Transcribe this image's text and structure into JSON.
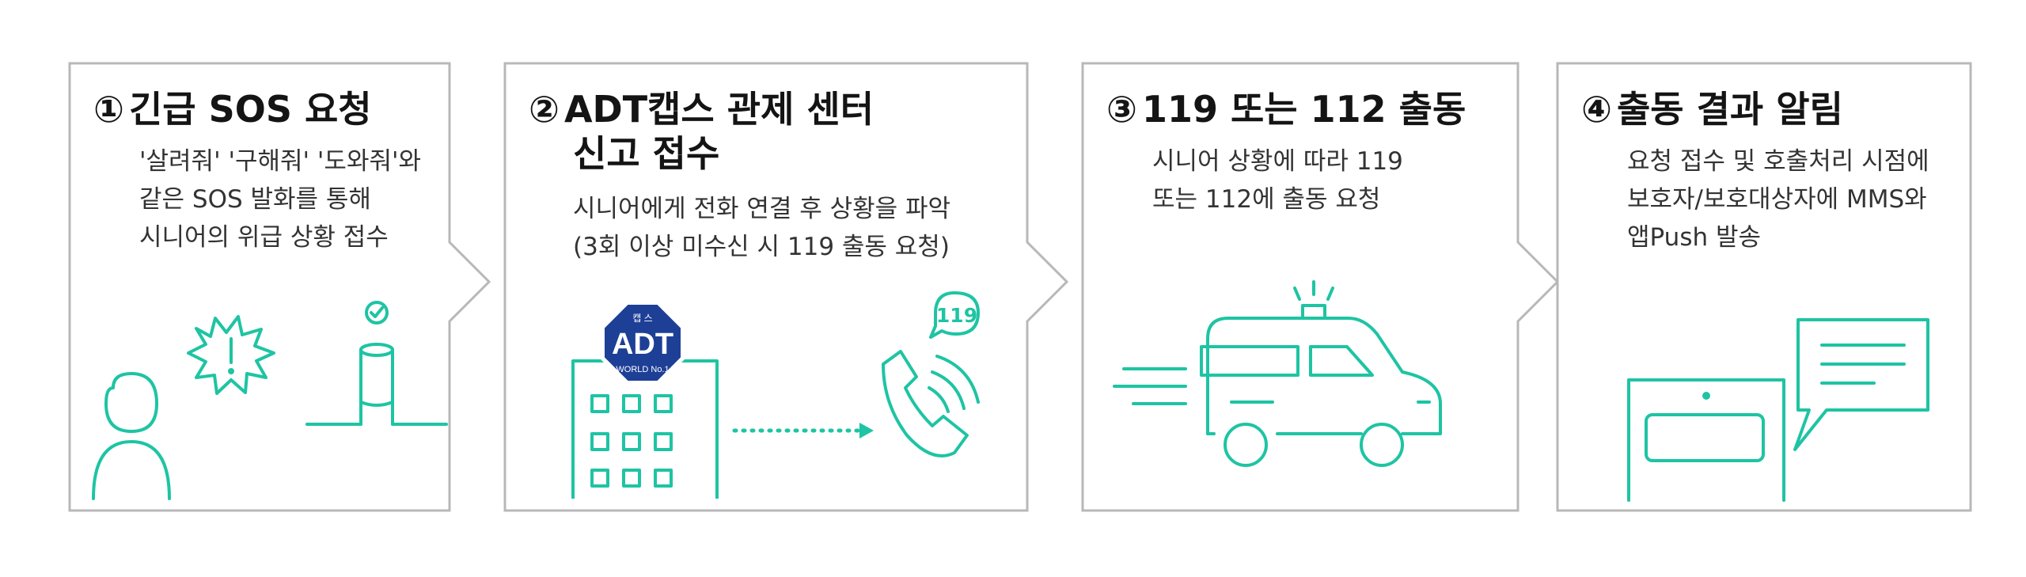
{
  "accent_color": "#1ec4a3",
  "frame_color": "#b8b8b8",
  "steps": [
    {
      "number": "①",
      "title": "긴급 SOS 요청",
      "desc": [
        "'살려줘' '구해줘' '도와줘'와",
        "같은 SOS 발화를 통해",
        "시니어의 위급 상황 접수"
      ],
      "icons": [
        "person-icon",
        "alert-burst-icon",
        "smart-speaker-check-icon"
      ]
    },
    {
      "number": "②",
      "title_line1": "ADT캡스 관제 센터",
      "title_line2": "신고 접수",
      "desc": [
        "시니어에게 전화 연결 후 상황을 파악",
        "(3회 이상 미수신 시 119 출동 요청)"
      ],
      "icons": [
        "control-center-building-icon",
        "dotted-arrow-icon",
        "phone-call-icon"
      ],
      "badge_top": "캡 스",
      "badge_logo": "ADT",
      "badge_bottom": "WORLD No.1",
      "bubble": "119"
    },
    {
      "number": "③",
      "title": "119 또는 112 출동",
      "desc": [
        "시니어 상황에 따라 119",
        "또는 112에 출동 요청"
      ],
      "icons": [
        "ambulance-icon"
      ]
    },
    {
      "number": "④",
      "title": "출동 결과 알림",
      "desc": [
        "요청 접수 및 호출처리 시점에",
        "보호자/보호대상자에 MMS와",
        "앱Push 발송"
      ],
      "icons": [
        "device-icon",
        "message-bubble-icon"
      ]
    }
  ]
}
